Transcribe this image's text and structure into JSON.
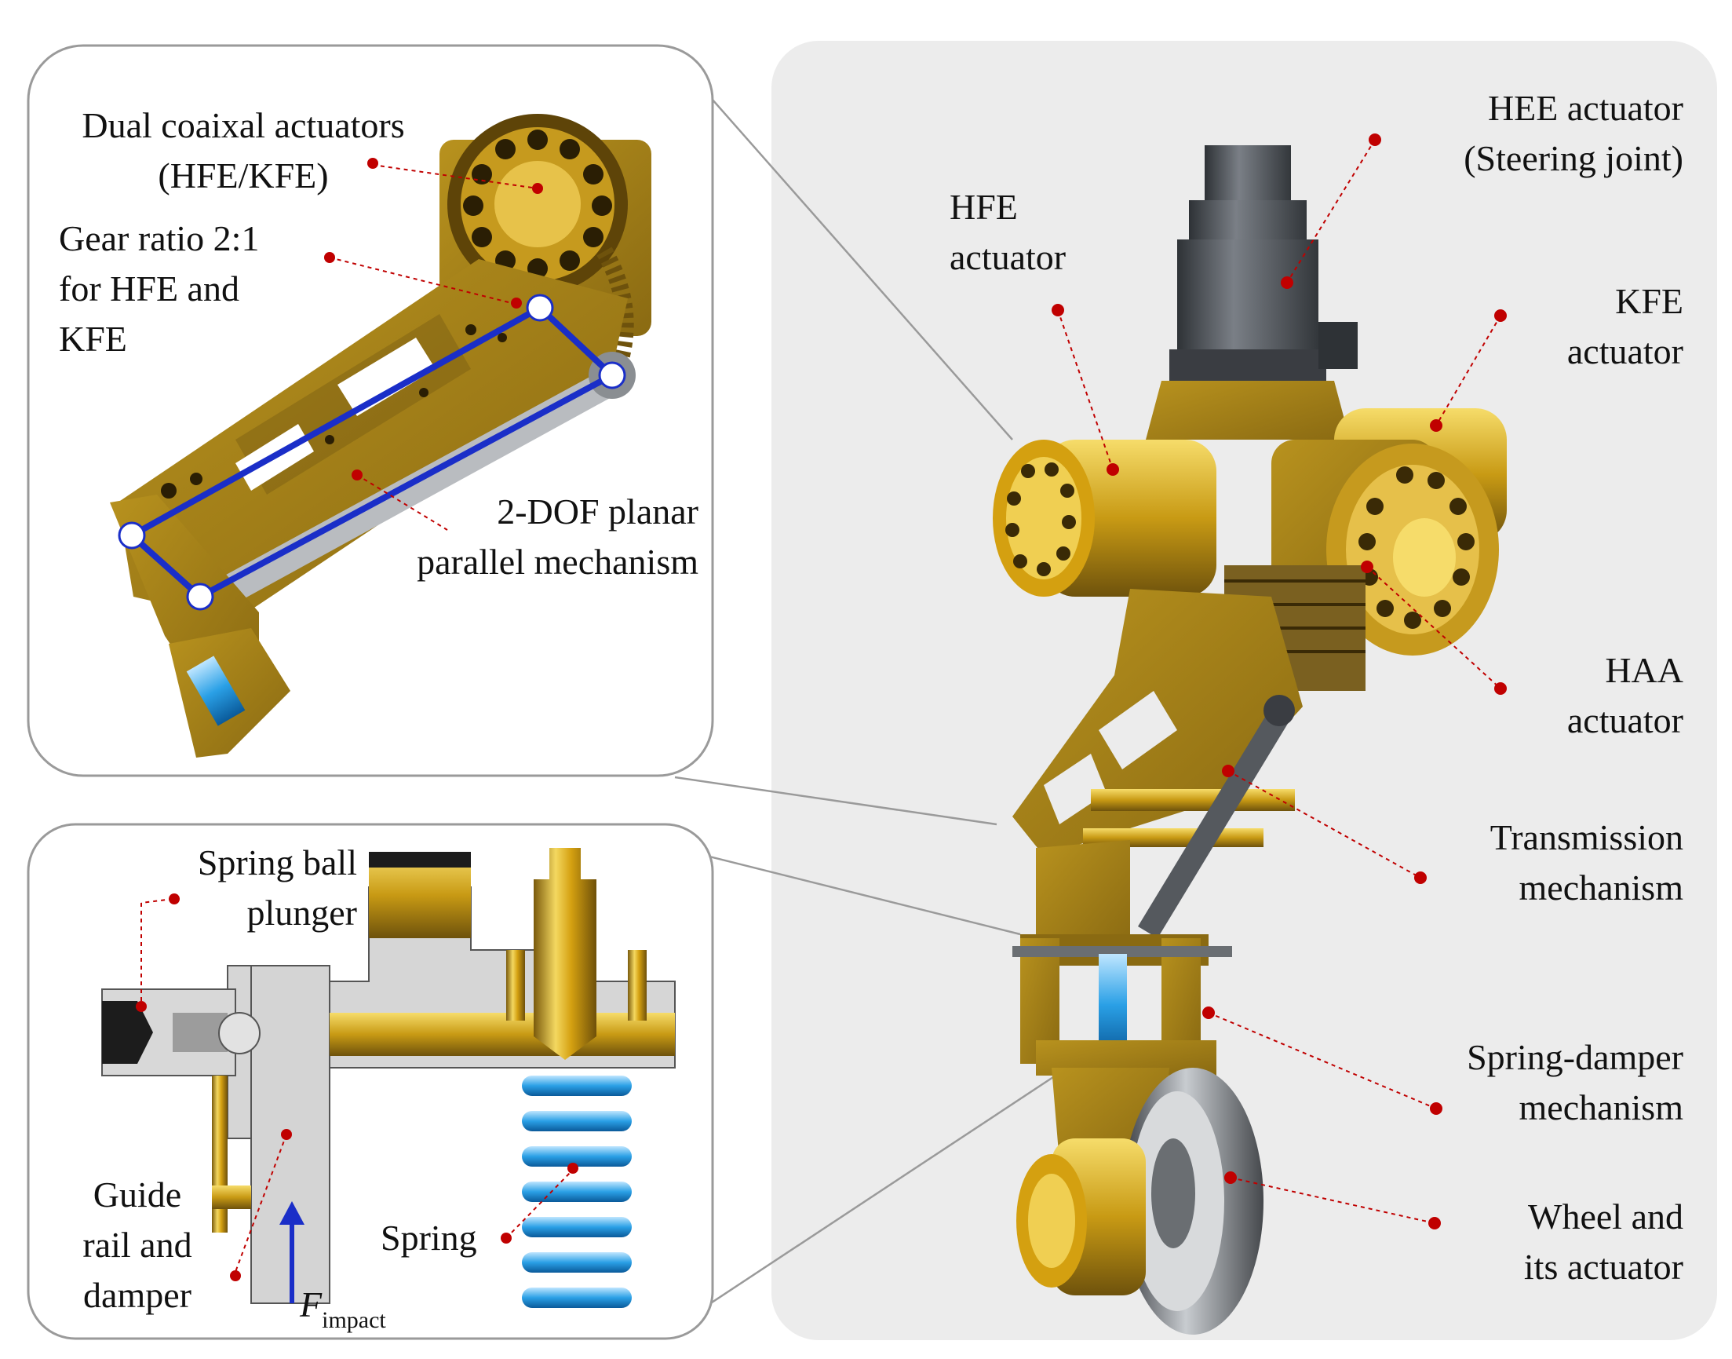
{
  "colors": {
    "gold": "#d4a010",
    "gold_dark": "#8a6a12",
    "gold_light": "#f4d860",
    "leader_red": "#c00000",
    "linkage_blue": "#1a2ec8",
    "spring_blue": "#2aa0e6",
    "panel_gray": "#ececec",
    "steel": "#555a60",
    "callout_border": "#999999"
  },
  "labels": {
    "dual_coaxial_line1": "Dual coaixal actuators",
    "dual_coaxial_line2": "(HFE/KFE)",
    "gear_ratio_line1": "Gear ratio 2:1",
    "gear_ratio_line2": "for HFE and",
    "gear_ratio_line3": "KFE",
    "dof_line1": "2-DOF planar",
    "dof_line2": "parallel  mechanism",
    "spring_ball_line1": "Spring ball",
    "spring_ball_line2": "plunger",
    "guide_line1": "Guide",
    "guide_line2": "rail and",
    "guide_line3": "damper",
    "spring": "Spring",
    "force_symbol": "F",
    "force_subscript": "impact",
    "hee_line1": "HEE actuator",
    "hee_line2": "(Steering joint)",
    "hfe_line1": "HFE",
    "hfe_line2": "actuator",
    "kfe_line1": "KFE",
    "kfe_line2": "actuator",
    "haa_line1": "HAA",
    "haa_line2": "actuator",
    "transmission_line1": "Transmission",
    "transmission_line2": "mechanism",
    "spring_damper_line1": "Spring-damper",
    "spring_damper_line2": "mechanism",
    "wheel_line1": "Wheel and",
    "wheel_line2": "its actuator"
  }
}
